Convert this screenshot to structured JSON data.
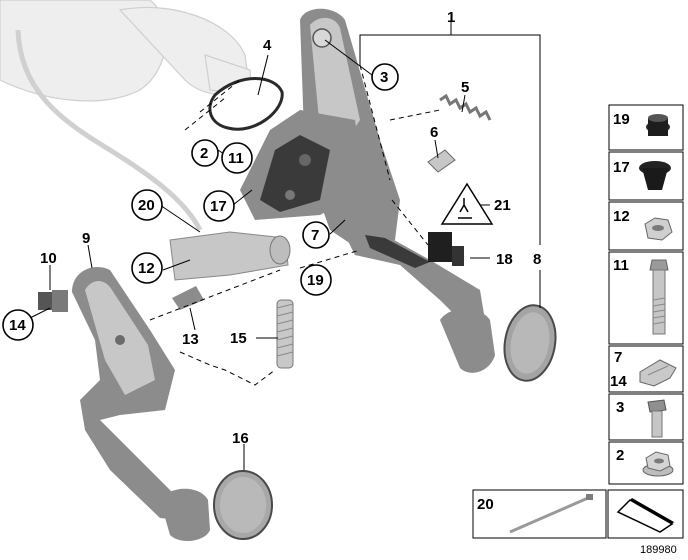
{
  "diagram_id": "189980",
  "callouts": [
    {
      "id": "c1",
      "label": "1"
    },
    {
      "id": "c2",
      "label": "2"
    },
    {
      "id": "c3",
      "label": "3"
    },
    {
      "id": "c4",
      "label": "4"
    },
    {
      "id": "c5",
      "label": "5"
    },
    {
      "id": "c6",
      "label": "6"
    },
    {
      "id": "c7",
      "label": "7"
    },
    {
      "id": "c8",
      "label": "8"
    },
    {
      "id": "c9",
      "label": "9"
    },
    {
      "id": "c10",
      "label": "10"
    },
    {
      "id": "c11",
      "label": "11"
    },
    {
      "id": "c12",
      "label": "12"
    },
    {
      "id": "c13",
      "label": "13"
    },
    {
      "id": "c14",
      "label": "14"
    },
    {
      "id": "c15",
      "label": "15"
    },
    {
      "id": "c16",
      "label": "16"
    },
    {
      "id": "c17",
      "label": "17"
    },
    {
      "id": "c18",
      "label": "18"
    },
    {
      "id": "c19",
      "label": "19"
    },
    {
      "id": "c20",
      "label": "20"
    },
    {
      "id": "c21",
      "label": "21"
    }
  ],
  "legend": [
    {
      "labels": [
        "19"
      ]
    },
    {
      "labels": [
        "17"
      ]
    },
    {
      "labels": [
        "12"
      ]
    },
    {
      "labels": [
        "11"
      ]
    },
    {
      "labels": [
        "7",
        "14"
      ]
    },
    {
      "labels": [
        "3"
      ]
    },
    {
      "labels": [
        "2"
      ]
    }
  ],
  "bottom_box_label": "20"
}
